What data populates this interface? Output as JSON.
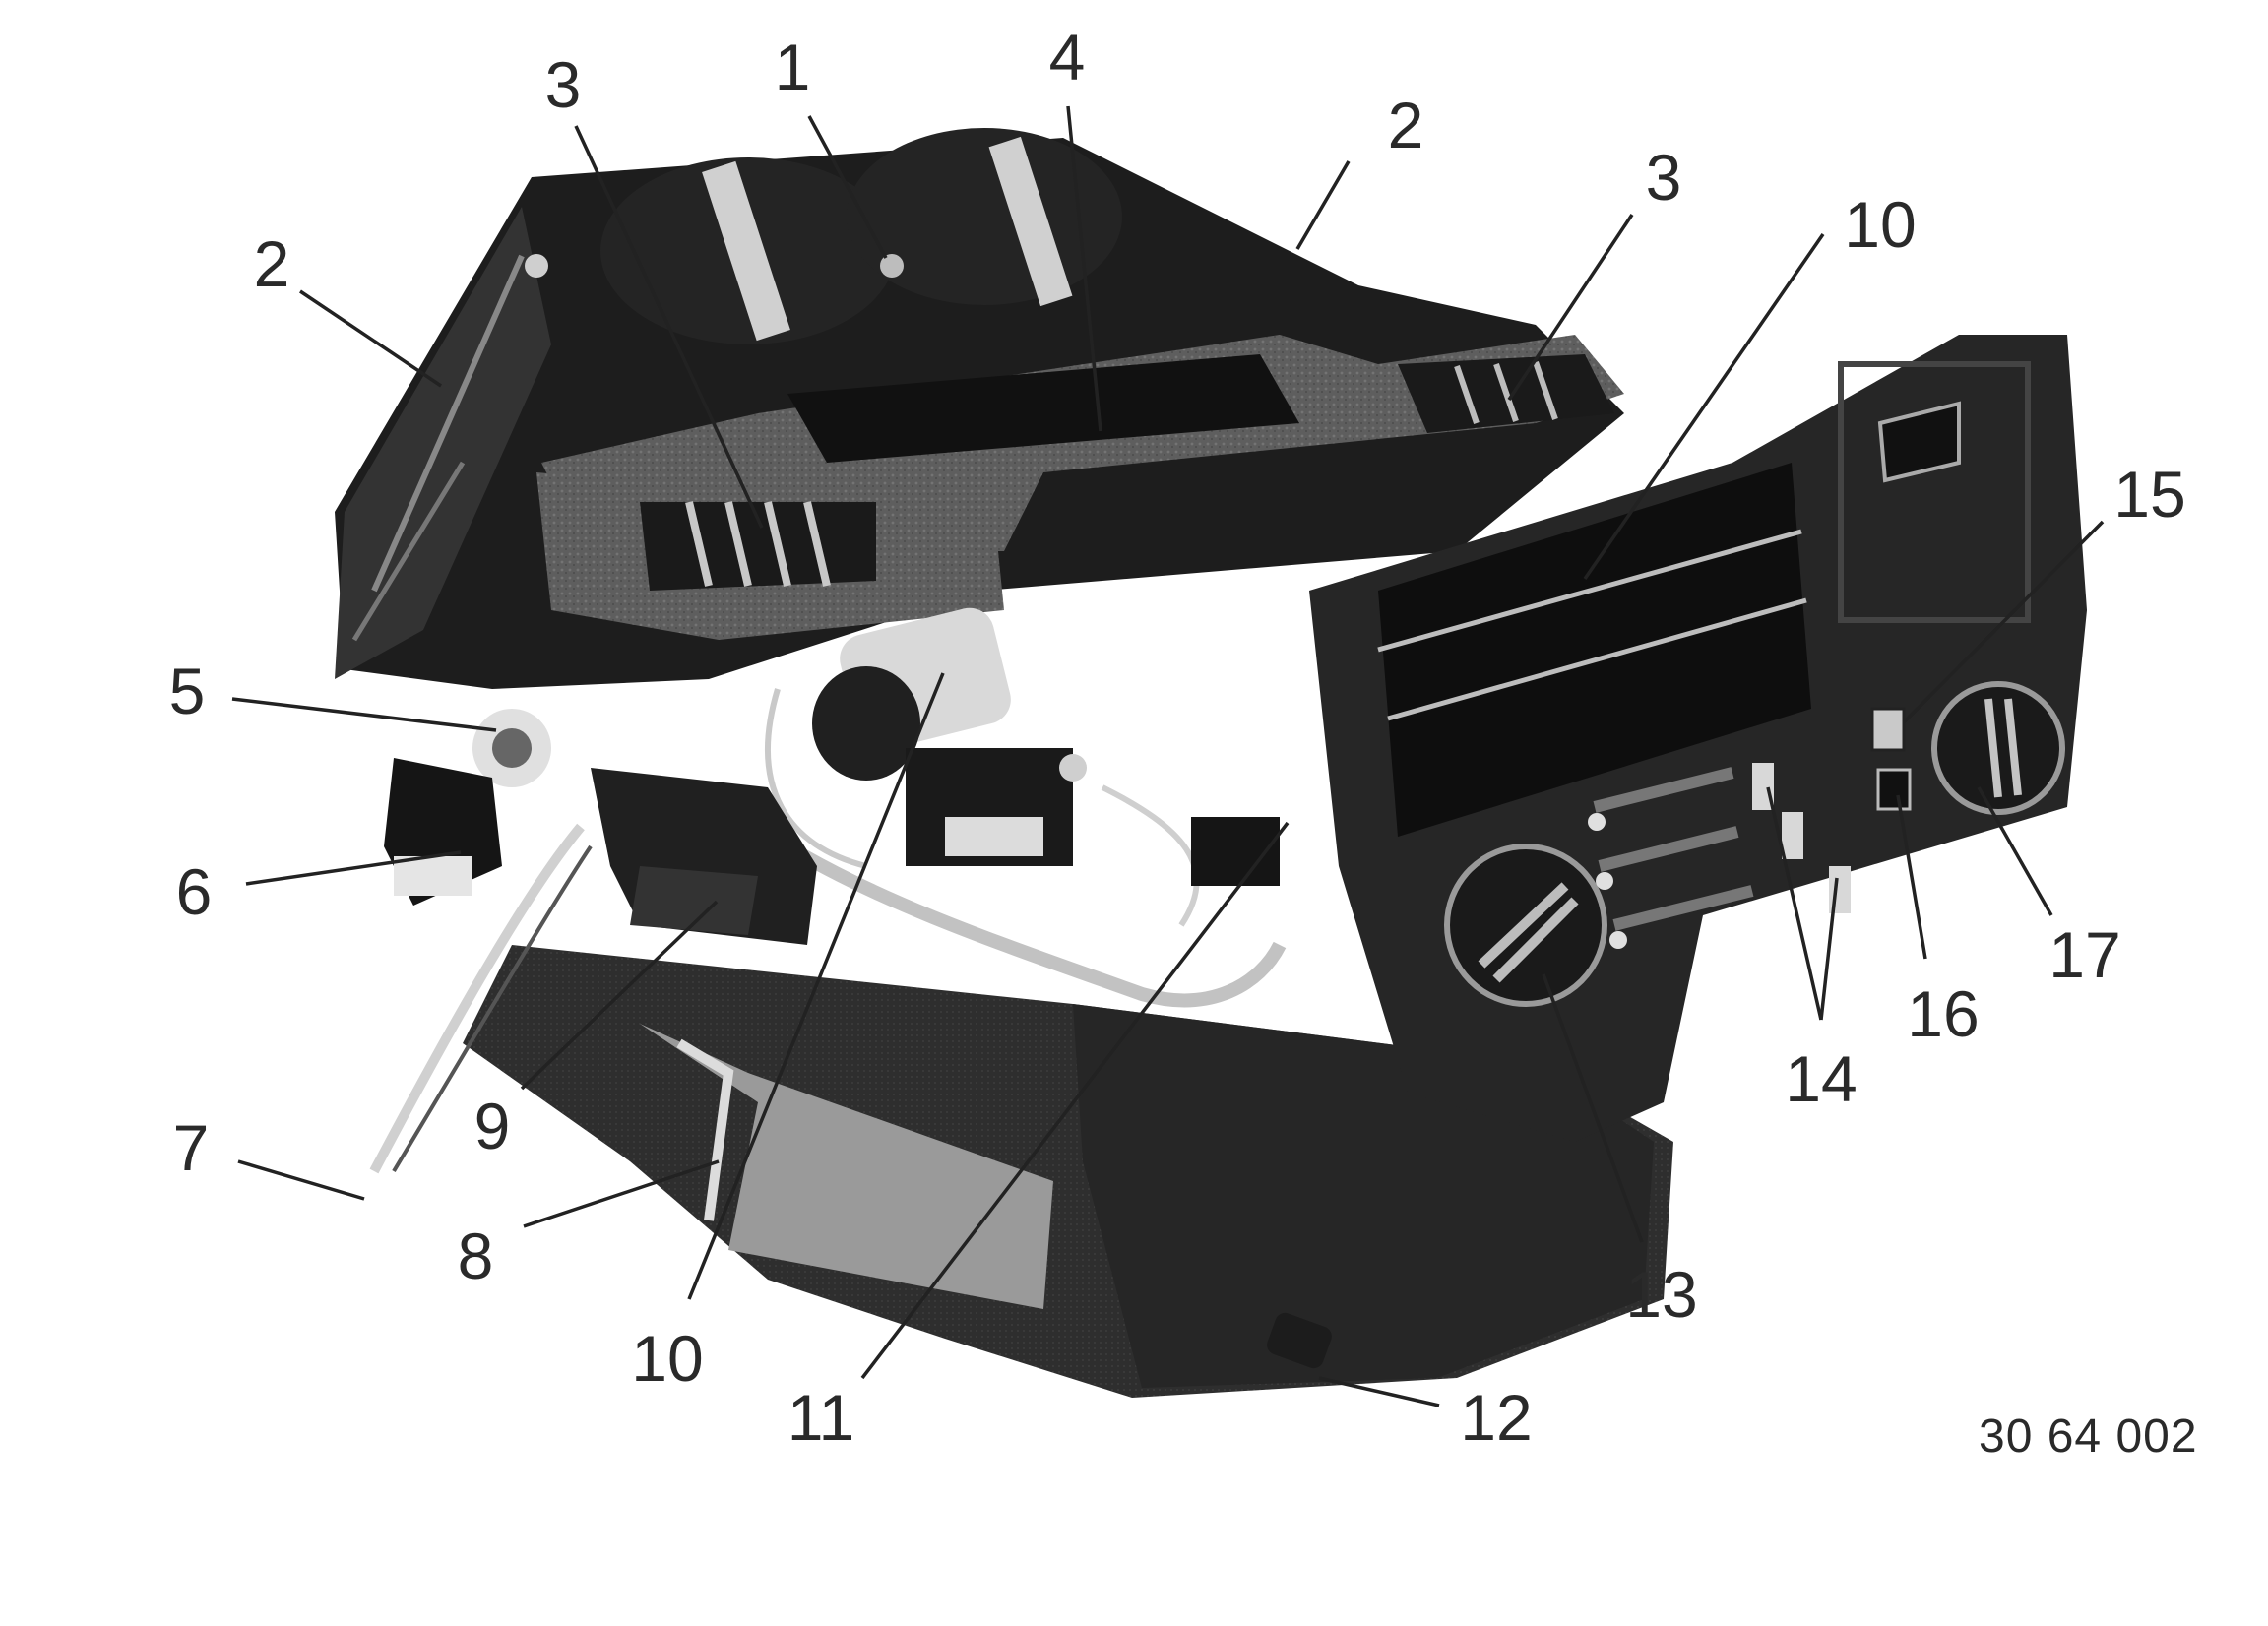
{
  "figure": {
    "code": "30 64 002",
    "callouts": [
      "1",
      "2",
      "2",
      "3",
      "3",
      "4",
      "5",
      "6",
      "7",
      "8",
      "9",
      "10",
      "10",
      "11",
      "12",
      "13",
      "14",
      "15",
      "16",
      "17"
    ]
  },
  "colors": {
    "body": "#2b2b2b",
    "dark": "#141414",
    "mid": "#555555",
    "light": "#cfcfcf",
    "foam": "#6a6a6a"
  }
}
